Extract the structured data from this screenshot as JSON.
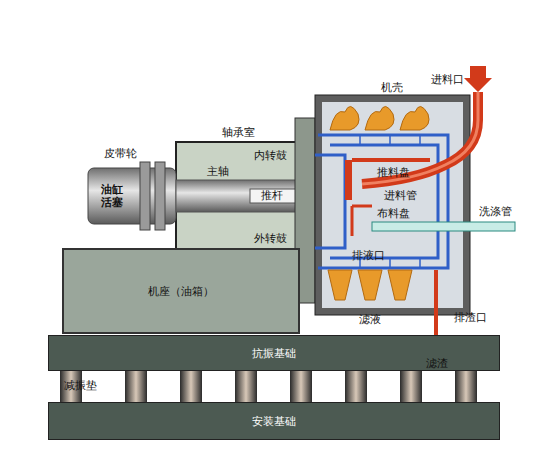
{
  "diagram": {
    "nodes": [
      {
        "text": [
          "机座（油箱）"
        ]
      },
      {
        "text": [
          "抗振基础"
        ]
      },
      {
        "text": [
          "安装基础"
        ]
      }
    ],
    "labels": [
      "进料口",
      "机壳",
      "轴承室",
      "皮带轮",
      "内转鼓",
      "油缸 活塞",
      "主轴",
      "推杆",
      "推料盘",
      "进料管",
      "布料盘",
      "洗涤管",
      "外转鼓",
      "排液口",
      "排渣口",
      "滤液",
      "滤渣",
      "减振垫"
    ]
  }
}
